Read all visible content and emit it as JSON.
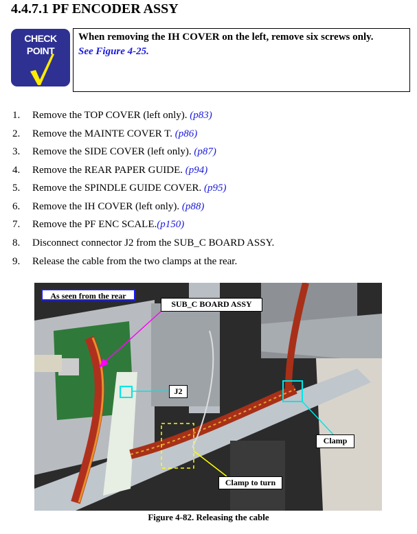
{
  "section_title": "4.4.7.1  PF ENCODER ASSY",
  "check_point": {
    "icon_line1": "CHECK",
    "icon_line2": "POINT",
    "text": "When removing the IH COVER on the left, remove six screws only.",
    "link": "See Figure 4-25."
  },
  "steps": [
    {
      "num": "1.",
      "text": "Remove the TOP COVER (left only). ",
      "ref": "(p83)"
    },
    {
      "num": "2.",
      "text": "Remove the MAINTE COVER T. ",
      "ref": "(p86)"
    },
    {
      "num": "3.",
      "text": "Remove the SIDE COVER (left only). ",
      "ref": "(p87)"
    },
    {
      "num": "4.",
      "text": "Remove the REAR PAPER GUIDE. ",
      "ref": "(p94)"
    },
    {
      "num": "5.",
      "text": "Remove the SPINDLE GUIDE COVER. ",
      "ref": "(p95)"
    },
    {
      "num": "6.",
      "text": "Remove the IH COVER (left only). ",
      "ref": "(p88)"
    },
    {
      "num": "7.",
      "text": "Remove the PF ENC SCALE.",
      "ref": "(p150)"
    },
    {
      "num": "8.",
      "text": "Disconnect connector J2 from the SUB_C BOARD ASSY.",
      "ref": ""
    },
    {
      "num": "9.",
      "text": "Release the cable from the two clamps at the rear.",
      "ref": ""
    }
  ],
  "figure": {
    "view_label": "As seen from the rear",
    "callouts": {
      "board": "SUB_C BOARD ASSY",
      "j2": "J2",
      "clamp": "Clamp",
      "clamp_turn": "Clamp to turn"
    },
    "caption": "Figure 4-82.  Releasing the cable"
  },
  "colors": {
    "checkpoint_bg": "#2e3192",
    "link": "#1a1adc",
    "cyan": "#00e5e5",
    "yellow": "#ffff00",
    "magenta": "#ff00ff"
  }
}
